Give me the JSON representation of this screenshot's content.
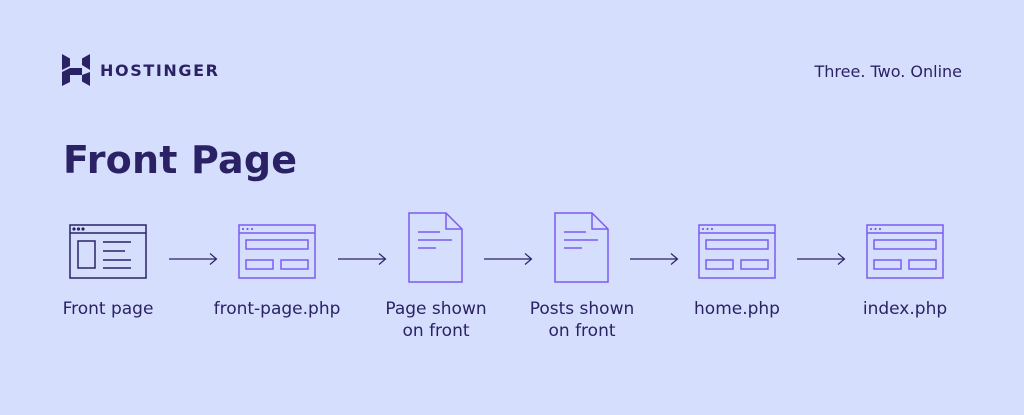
{
  "header": {
    "brand": "HOSTINGER",
    "tagline": "Three. Two. Online"
  },
  "title": "Front Page",
  "colors": {
    "background": "#d5dffd",
    "text": "#2b2266",
    "accent": "#7b5cf0"
  },
  "flow": {
    "nodes": [
      {
        "id": "front-page",
        "label_lines": [
          "Front page"
        ],
        "icon": "browser-window-icon"
      },
      {
        "id": "front-page-php",
        "label_lines": [
          "front-page.php"
        ],
        "icon": "template-window-icon"
      },
      {
        "id": "page-shown-on-front",
        "label_lines": [
          "Page shown",
          "on front"
        ],
        "icon": "document-icon"
      },
      {
        "id": "posts-shown-on-front",
        "label_lines": [
          "Posts shown",
          "on front"
        ],
        "icon": "document-icon"
      },
      {
        "id": "home-php",
        "label_lines": [
          "home.php"
        ],
        "icon": "template-window-icon"
      },
      {
        "id": "index-php",
        "label_lines": [
          "index.php"
        ],
        "icon": "template-window-icon"
      }
    ],
    "edges": [
      {
        "from": "front-page",
        "to": "front-page-php"
      },
      {
        "from": "front-page-php",
        "to": "page-shown-on-front"
      },
      {
        "from": "page-shown-on-front",
        "to": "posts-shown-on-front"
      },
      {
        "from": "posts-shown-on-front",
        "to": "home-php"
      },
      {
        "from": "home-php",
        "to": "index-php"
      }
    ]
  }
}
